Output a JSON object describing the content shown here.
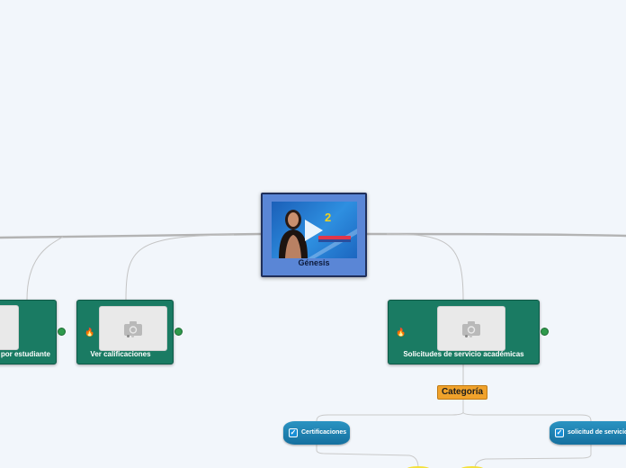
{
  "center": {
    "label": "Génesis",
    "video_number": "2"
  },
  "nodes": [
    {
      "id": "left",
      "label": "por estudiante"
    },
    {
      "id": "ver",
      "label": "Ver calificaciones"
    },
    {
      "id": "sol",
      "label": "Solicitudes de servicio académicas"
    }
  ],
  "category": {
    "label": "Categoría"
  },
  "pills": [
    {
      "label": "Certificaciones"
    },
    {
      "label": "solicitud de servicio"
    }
  ],
  "colors": {
    "node_bg": "#1a7b63",
    "center_bg": "#5a86d6",
    "category_bg": "#f0a22b",
    "pill_bg": "#1f82b3",
    "connector": "#b9b9b9"
  }
}
